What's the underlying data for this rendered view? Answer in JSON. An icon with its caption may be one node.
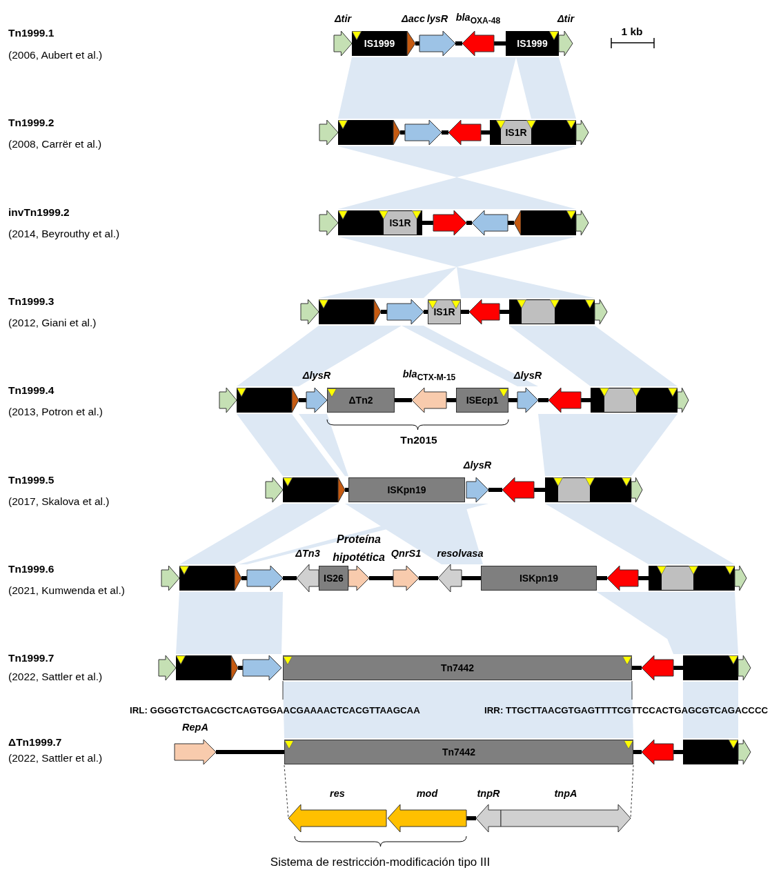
{
  "diagram": {
    "caption": "Sistema de restricción-modificación tipo III",
    "nodes": [
      {
        "text": [],
        "shape": "arrow",
        "beside": [
          "Δtir"
        ]
      },
      {
        "text": [
          "IS1999"
        ]
      },
      {
        "text": [],
        "shape": "arrow",
        "beside": [
          "Δacc"
        ]
      },
      {
        "text": [],
        "shape": "arrow",
        "beside": [
          "lysR"
        ]
      },
      {
        "text": [],
        "shape": "arrow",
        "beside": [
          "*bla*$_{OXA-48}$"
        ]
      },
      {
        "text": [
          "IS1999"
        ]
      },
      {
        "text": [],
        "shape": "arrow",
        "beside": [
          "Δtir"
        ]
      },
      {
        "text": [],
        "shape": "arrow"
      },
      {
        "text": [],
        "shape": "box"
      },
      {
        "text": [],
        "shape": "arrow"
      },
      {
        "text": [],
        "shape": "arrow"
      },
      {
        "text": [],
        "shape": "arrow"
      },
      {
        "text": [],
        "shape": "box"
      },
      {
        "text": [
          "IS1R"
        ],
        "in": 12
      },
      {
        "text": [],
        "shape": "arrow"
      },
      {
        "text": [],
        "shape": "arrow"
      },
      {
        "text": [],
        "shape": "box"
      },
      {
        "text": [
          "IS1R"
        ],
        "in": 16
      },
      {
        "text": [],
        "shape": "arrow"
      },
      {
        "text": [],
        "shape": "arrow"
      },
      {
        "text": [],
        "shape": "arrow"
      },
      {
        "text": [],
        "shape": "box"
      },
      {
        "text": [],
        "shape": "arrow"
      },
      {
        "text": [],
        "shape": "arrow"
      },
      {
        "text": [],
        "shape": "box"
      },
      {
        "text": [],
        "shape": "arrow"
      },
      {
        "text": [],
        "shape": "arrow"
      },
      {
        "text": [
          "IS1R"
        ]
      },
      {
        "text": [],
        "shape": "arrow"
      },
      {
        "text": [],
        "shape": "box"
      },
      {
        "text": [],
        "shape": "box",
        "in": 29
      },
      {
        "text": [],
        "shape": "arrow"
      },
      {
        "text": [],
        "shape": "arrow"
      },
      {
        "text": [],
        "shape": "box"
      },
      {
        "text": [],
        "shape": "arrow"
      },
      {
        "text": [],
        "shape": "arrow",
        "beside": [
          "ΔlysR"
        ]
      },
      {
        "text": [
          "ΔTn2"
        ]
      },
      {
        "text": [],
        "shape": "arrow",
        "beside": [
          "*bla*$_{CTX-M-15}$"
        ]
      },
      {
        "text": [
          "ISEcp1"
        ]
      },
      {
        "text": [],
        "shape": "arrow",
        "beside": [
          "ΔlysR"
        ]
      },
      {
        "text": [],
        "shape": "arrow"
      },
      {
        "text": [],
        "shape": "box"
      },
      {
        "text": [],
        "shape": "box",
        "in": 41
      },
      {
        "text": [],
        "shape": "arrow"
      },
      {
        "text": [],
        "shape": "arrow"
      },
      {
        "text": [],
        "shape": "box"
      },
      {
        "text": [],
        "shape": "arrow"
      },
      {
        "text": [
          "ISKpn19"
        ]
      },
      {
        "text": [],
        "shape": "arrow",
        "beside": [
          "ΔlysR"
        ]
      },
      {
        "text": [],
        "shape": "arrow"
      },
      {
        "text": [],
        "shape": "box"
      },
      {
        "text": [],
        "shape": "box",
        "in": 50
      },
      {
        "text": [],
        "shape": "arrow"
      },
      {
        "text": [],
        "shape": "arrow"
      },
      {
        "text": [],
        "shape": "box"
      },
      {
        "text": [],
        "shape": "arrow"
      },
      {
        "text": [],
        "shape": "arrow"
      },
      {
        "text": [],
        "shape": "arrow",
        "beside": [
          "ΔTn3"
        ]
      },
      {
        "text": [
          "IS26"
        ]
      },
      {
        "text": [],
        "shape": "arrow",
        "beside": [
          "Proteína hipotética"
        ]
      },
      {
        "text": [],
        "shape": "arrow",
        "beside": [
          "QnrS1"
        ]
      },
      {
        "text": [],
        "shape": "arrow",
        "beside": [
          "resolvasa"
        ]
      },
      {
        "text": [
          "ISKpn19"
        ]
      },
      {
        "text": [],
        "shape": "arrow"
      },
      {
        "text": [],
        "shape": "box"
      },
      {
        "text": [],
        "shape": "box",
        "in": 64
      },
      {
        "text": [],
        "shape": "arrow"
      },
      {
        "text": [],
        "shape": "arrow"
      },
      {
        "text": [],
        "shape": "box"
      },
      {
        "text": [],
        "shape": "arrow"
      },
      {
        "text": [],
        "shape": "arrow"
      },
      {
        "text": [
          "Tn7442"
        ]
      },
      {
        "text": [],
        "shape": "arrow"
      },
      {
        "text": [],
        "shape": "box"
      },
      {
        "text": [],
        "shape": "arrow"
      },
      {
        "text": [],
        "shape": "arrow",
        "beside": [
          "RepA"
        ]
      },
      {
        "text": [
          "Tn7442"
        ]
      },
      {
        "text": [],
        "shape": "arrow"
      },
      {
        "text": [],
        "shape": "box"
      },
      {
        "text": [],
        "shape": "arrow"
      },
      {
        "text": [],
        "shape": "arrow",
        "beside": [
          "res"
        ]
      },
      {
        "text": [],
        "shape": "arrow",
        "beside": [
          "mod"
        ]
      },
      {
        "text": [],
        "shape": "arrow",
        "beside": [
          "tnpR"
        ]
      },
      {
        "text": [],
        "shape": "arrow",
        "beside": [
          "tnpA"
        ]
      }
    ],
    "edges": [
      {
        "from": 2,
        "to": 3,
        "arrow": "none"
      },
      {
        "from": 3,
        "to": 4,
        "arrow": "none"
      },
      {
        "from": 4,
        "to": 5,
        "arrow": "none"
      },
      {
        "from": 9,
        "to": 10,
        "arrow": "none"
      },
      {
        "from": 10,
        "to": 11,
        "arrow": "none"
      },
      {
        "from": 11,
        "to": 12,
        "arrow": "none"
      },
      {
        "from": 16,
        "to": 18,
        "arrow": "none"
      },
      {
        "from": 18,
        "to": 19,
        "arrow": "none"
      },
      {
        "from": 19,
        "to": 20,
        "arrow": "none"
      },
      {
        "from": 25,
        "to": 26,
        "arrow": "none"
      },
      {
        "from": 26,
        "to": 27,
        "arrow": "none"
      },
      {
        "from": 27,
        "to": 28,
        "arrow": "none"
      },
      {
        "from": 28,
        "to": 29,
        "arrow": "none"
      },
      {
        "from": 34,
        "to": 35,
        "arrow": "none"
      },
      {
        "from": 36,
        "to": 37,
        "arrow": "none"
      },
      {
        "from": 37,
        "to": 38,
        "arrow": "none"
      },
      {
        "from": 38,
        "to": 39,
        "arrow": "none"
      },
      {
        "from": 39,
        "to": 40,
        "arrow": "none"
      },
      {
        "from": 40,
        "to": 41,
        "arrow": "none"
      },
      {
        "from": 46,
        "to": 47,
        "arrow": "none"
      },
      {
        "from": 48,
        "to": 49,
        "arrow": "none"
      },
      {
        "from": 49,
        "to": 50,
        "arrow": "none"
      },
      {
        "from": 55,
        "to": 56,
        "arrow": "none"
      },
      {
        "from": 56,
        "to": 57,
        "arrow": "none"
      },
      {
        "from": 59,
        "to": 60,
        "arrow": "none"
      },
      {
        "from": 60,
        "to": 61,
        "arrow": "none"
      },
      {
        "from": 61,
        "to": 62,
        "arrow": "none"
      },
      {
        "from": 62,
        "to": 63,
        "arrow": "none"
      },
      {
        "from": 63,
        "to": 64,
        "arrow": "none"
      },
      {
        "from": 69,
        "to": 70,
        "arrow": "none"
      },
      {
        "from": 71,
        "to": 72,
        "arrow": "none"
      },
      {
        "from": 72,
        "to": 73,
        "arrow": "none"
      },
      {
        "from": 75,
        "to": 76,
        "arrow": "none"
      },
      {
        "from": 76,
        "to": 77,
        "arrow": "none"
      },
      {
        "from": 77,
        "to": 78,
        "arrow": "none"
      },
      {
        "from": 81,
        "to": 82,
        "arrow": "none"
      },
      {
        "from": 76,
        "to": 80,
        "arrow": "none",
        "style": "dashed"
      },
      {
        "from": 76,
        "to": 83,
        "arrow": "none",
        "style": "dashed"
      }
    ],
    "labels": [
      "Tn1999.1",
      "1 kb",
      "(2006, Aubert et al.)",
      "Tn1999.2",
      "(2008, Carrër et al.)",
      "invTn1999.2",
      "(2014, Beyrouthy et al.)",
      "Tn1999.3",
      "(2012, Giani et al.)",
      "Tn1999.4",
      "(2013, Potron et al.)",
      "Tn2015",
      "Tn1999.5",
      "(2017, Skalova et al.)",
      "Tn1999.6",
      "(2021, Kumwenda et al.)",
      "Tn1999.7",
      "(2022, Sattler et al.)",
      "IRL: GGGGTCTGACGCTCAGTGGAACGAAAACTCACGTTAAGCAA",
      "IRR: TTGCTTAACGTGAGTTTTCGTTCCACTGAGCGTCAGACCCC",
      "ΔTn1999.7",
      "(2022, Sattler et al.)"
    ]
  }
}
